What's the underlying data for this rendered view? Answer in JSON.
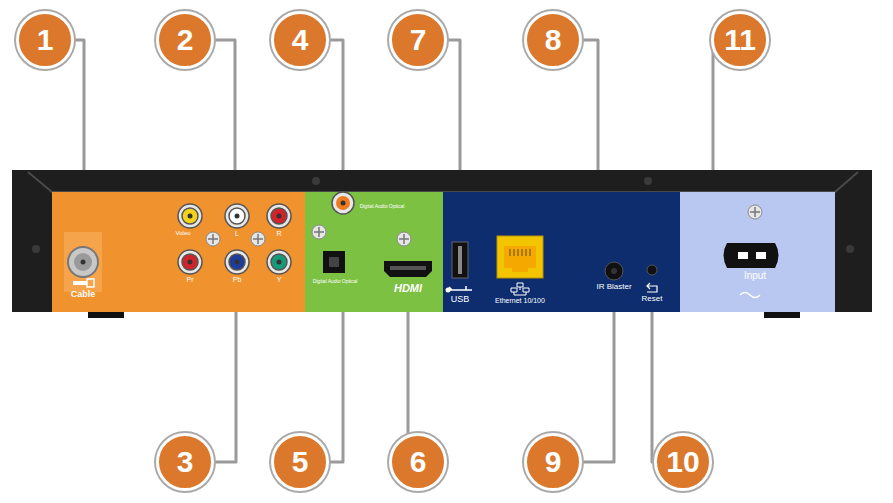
{
  "diagram": {
    "nodes": [
      {
        "text": [
          "1"
        ]
      },
      {
        "text": [
          "2"
        ]
      },
      {
        "text": [
          "4"
        ]
      },
      {
        "text": [
          "7"
        ]
      },
      {
        "text": [
          "8"
        ]
      },
      {
        "text": [
          "11"
        ]
      },
      {
        "text": [
          "3"
        ]
      },
      {
        "text": [
          "5"
        ]
      },
      {
        "text": [
          "6"
        ]
      },
      {
        "text": [
          "9"
        ]
      },
      {
        "text": [
          "10"
        ]
      }
    ],
    "labels": [
      "Cable",
      "Video",
      "L",
      "R",
      "Pr",
      "Pb",
      "Y",
      "Digital Audio Optical",
      "Digital Audio Optical",
      "HDMI",
      "USB",
      "Ethernet 10/100",
      "IR Blaster",
      "Reset",
      "Input"
    ]
  }
}
